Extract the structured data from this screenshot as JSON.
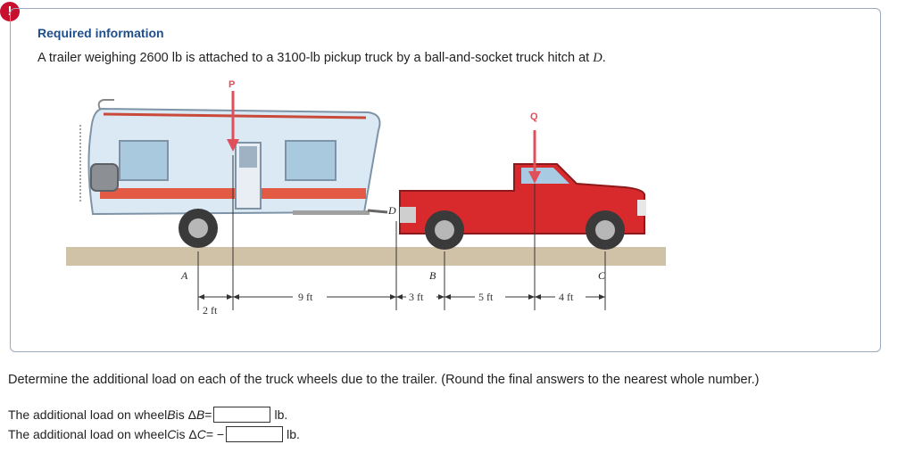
{
  "alert": {
    "symbol": "!"
  },
  "info": {
    "title": "Required information",
    "text_before": "A trailer weighing 2600 lb is attached to a 3100-lb pickup truck by a ball-and-socket truck hitch at ",
    "text_point": "D",
    "text_after": "."
  },
  "figure": {
    "labels": {
      "P": "P",
      "Q": "Q",
      "D": "D",
      "A": "A",
      "B": "B",
      "C": "C"
    },
    "dimensions": {
      "d1": "2 ft",
      "d2": "9 ft",
      "d3": "3 ft",
      "d4": "5 ft",
      "d5": "4 ft"
    },
    "colors": {
      "truck_red": "#d8292c",
      "trailer_body": "#d9e8f3",
      "trailer_stripe": "#e2553f",
      "ground": "#cfc2a7",
      "force_arrow": "#e0505a"
    }
  },
  "question": {
    "text": "Determine the additional load on each of the truck wheels due to the trailer. (Round the final answers to the nearest whole number.)"
  },
  "answers": {
    "b": {
      "prefix": "The additional load on wheel ",
      "wheel": "B",
      "mid": " is Δ",
      "var": "B",
      "eq": " = ",
      "value": "",
      "unit": "lb."
    },
    "c": {
      "prefix": "The additional load on wheel ",
      "wheel": "C",
      "mid": " is Δ",
      "var": "C",
      "eq": " = −",
      "value": "",
      "unit": "lb."
    }
  }
}
